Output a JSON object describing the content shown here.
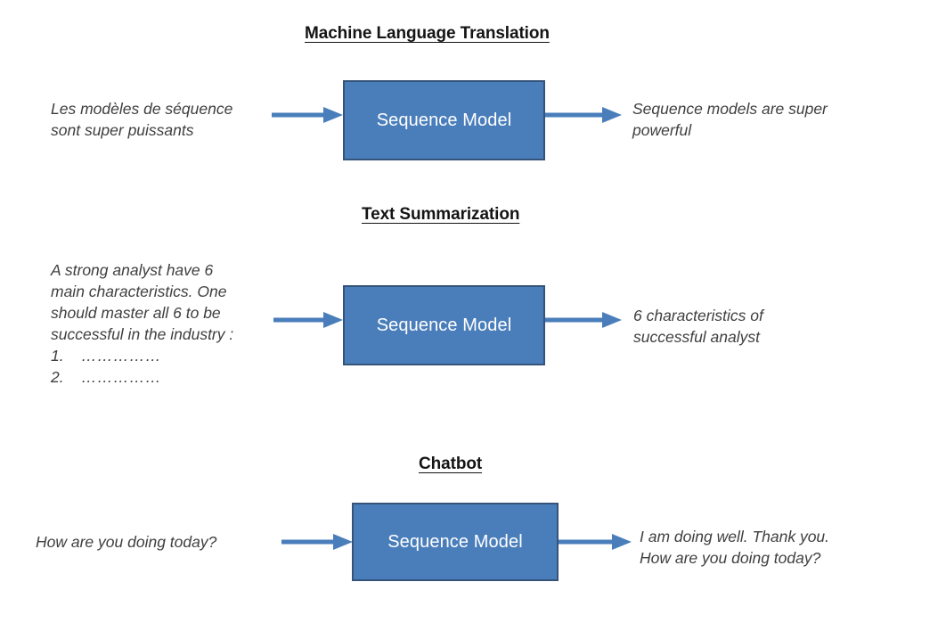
{
  "diagram": {
    "title_style": "bold-underlined",
    "colors": {
      "box_fill": "#4a7ebb",
      "box_border": "#36537a",
      "arrow": "#4a7ebb",
      "title_text": "#141414",
      "body_text": "#3f3f3f",
      "box_label_text": "#ffffff",
      "background": "#ffffff"
    },
    "sections": [
      {
        "id": "machine-language-translation",
        "title": "Machine Language Translation",
        "input_lines": [
          "Les modèles de séquence",
          "sont super puissants"
        ],
        "box_label": "Sequence Model",
        "output_lines": [
          "Sequence models are super",
          "powerful"
        ]
      },
      {
        "id": "text-summarization",
        "title": "Text Summarization",
        "input_lines": [
          "A strong analyst have 6",
          "main characteristics. One",
          "should master all 6 to be",
          "successful in the industry :"
        ],
        "input_list": [
          {
            "number": "1.",
            "dots": "……………"
          },
          {
            "number": "2.",
            "dots": "……………"
          }
        ],
        "box_label": "Sequence Model",
        "output_lines": [
          "6 characteristics of",
          "successful analyst"
        ]
      },
      {
        "id": "chatbot",
        "title": "Chatbot",
        "input_lines": [
          "How are you doing today?"
        ],
        "box_label": "Sequence Model",
        "output_lines": [
          "I am doing well. Thank you.",
          "How are you doing today?"
        ]
      }
    ]
  }
}
